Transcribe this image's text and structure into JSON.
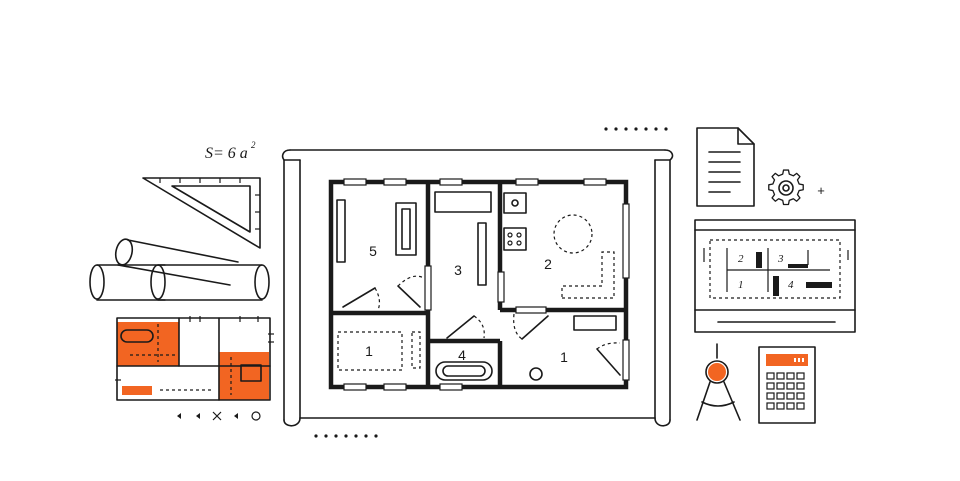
{
  "formula": {
    "base": "S= 6 a",
    "exponent": "2"
  },
  "floor_plan": {
    "rooms": [
      {
        "label": "5"
      },
      {
        "label": "3"
      },
      {
        "label": "2"
      },
      {
        "label": "1"
      },
      {
        "label": "4"
      },
      {
        "label": "1"
      }
    ]
  },
  "blueprint_panel": {
    "labels": [
      "2",
      "3",
      "1",
      "4"
    ]
  },
  "plus_sign": "+",
  "colors": {
    "accent": "#f26522",
    "line": "#1a1a1a",
    "background": "#ffffff"
  },
  "icons": [
    "set-square-icon",
    "rolled-blueprints-icon",
    "document-icon",
    "gear-icon",
    "compass-icon",
    "calculator-icon",
    "layout-plan-icon"
  ]
}
